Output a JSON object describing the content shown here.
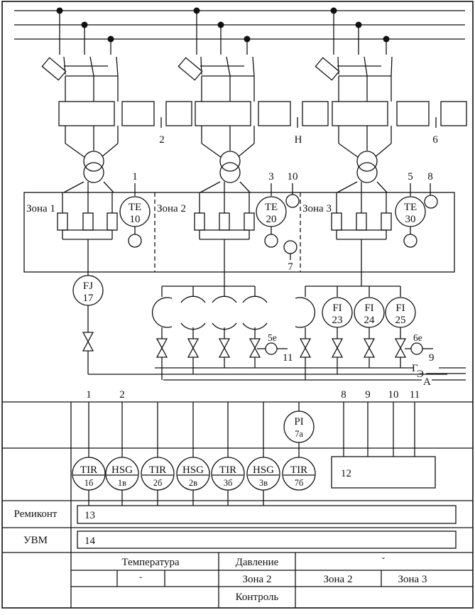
{
  "diagram": {
    "title_hidden": "Process and instrumentation diagram of 3-zone heated furnace with control system",
    "zones": [
      {
        "label": "Зона 1",
        "sensor": {
          "code": "TE",
          "num": "10",
          "ref": "1"
        }
      },
      {
        "label": "Зона 2",
        "sensor": {
          "code": "TE",
          "num": "20",
          "ref": "3"
        }
      },
      {
        "label": "Зона 3",
        "sensor": {
          "code": "TE",
          "num": "30",
          "ref": "5"
        }
      }
    ],
    "power_labels": [
      "2",
      "Н",
      "6"
    ],
    "zone_extra_refs": {
      "zone2_top": "10",
      "zone2_bottom": "7",
      "zone3_top": "8"
    },
    "flow_meter": {
      "code": "FJ",
      "num": "17"
    },
    "flow_indicators": [
      {
        "code": "FI",
        "num": "23"
      },
      {
        "code": "FI",
        "num": "24"
      },
      {
        "code": "FI",
        "num": "25"
      }
    ],
    "valve_actuators": [
      {
        "label": "5е",
        "ref": "11"
      },
      {
        "label": "6е",
        "ref": "9"
      }
    ],
    "gas_lines": [
      "Г",
      "Э",
      "А"
    ],
    "signal_numbers_left": [
      "1",
      "2"
    ],
    "signal_numbers_right": [
      "8",
      "9",
      "10",
      "11"
    ],
    "pressure_indicator": {
      "code": "PI",
      "num": "7а"
    },
    "controllers": [
      {
        "code": "TIR",
        "num": "1б"
      },
      {
        "code": "HSG",
        "num": "1в"
      },
      {
        "code": "TIR",
        "num": "2б"
      },
      {
        "code": "HSG",
        "num": "2в"
      },
      {
        "code": "TIR",
        "num": "3б"
      },
      {
        "code": "HSG",
        "num": "3в"
      },
      {
        "code": "TIR",
        "num": "7б"
      }
    ],
    "block12": "12",
    "rows": [
      {
        "label": "Ремиконт",
        "block": "13"
      },
      {
        "label": "УВМ",
        "block": "14"
      }
    ],
    "table": {
      "r1": [
        "Температура",
        "Давление",
        "ˇ"
      ],
      "r2": [
        "",
        "˜",
        "",
        "Зона 2",
        "Зона 2",
        "Зона 3"
      ],
      "r3": [
        "Контроль"
      ]
    }
  }
}
